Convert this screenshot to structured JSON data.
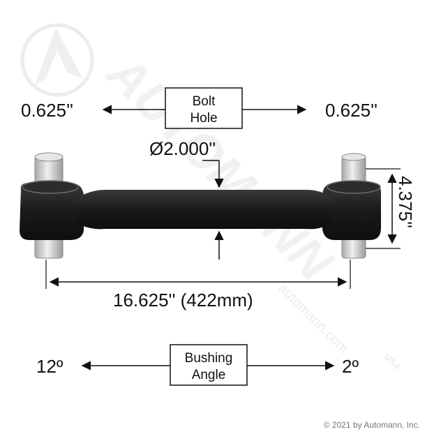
{
  "watermark": {
    "brand": "AUTOMANN",
    "url": "automann.com",
    "badge": "USA"
  },
  "bolt_hole": {
    "label_line1": "Bolt",
    "label_line2": "Hole",
    "left_value": "0.625''",
    "right_value": "0.625''"
  },
  "diameter_label": "Ø2.000''",
  "height_label": "4.375''",
  "length_label": "16.625'' (422mm)",
  "bushing_angle": {
    "label_line1": "Bushing",
    "label_line2": "Angle",
    "left_value": "12º",
    "right_value": "2º"
  },
  "copyright": "© 2021 by Automann, Inc.",
  "colors": {
    "part": "#1c1c1c",
    "pin": "#cfcfcf",
    "watermark": "#e4e4e4",
    "ink": "#111111"
  }
}
